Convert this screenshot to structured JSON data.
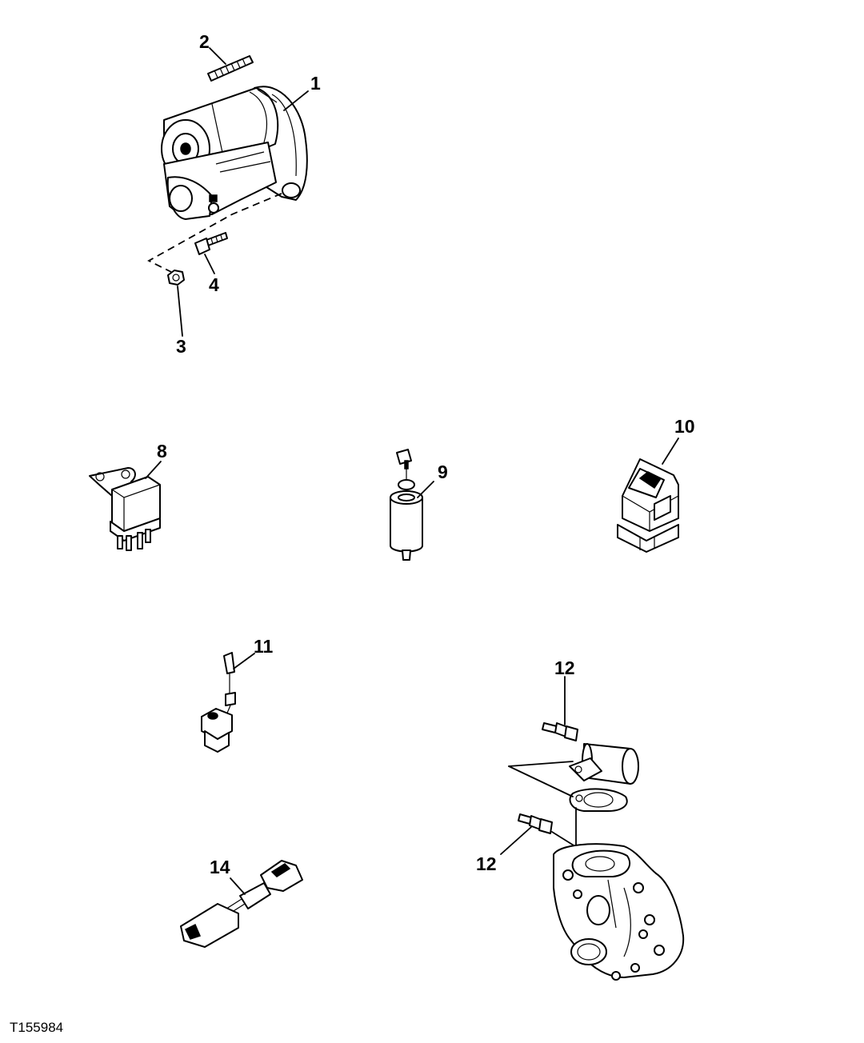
{
  "diagram": {
    "callouts": {
      "c1": "1",
      "c2": "2",
      "c3": "3",
      "c4": "4",
      "c8": "8",
      "c9": "9",
      "c10": "10",
      "c11": "11",
      "c12a": "12",
      "c12b": "12",
      "c14": "14"
    },
    "figure_id": "T155984"
  }
}
